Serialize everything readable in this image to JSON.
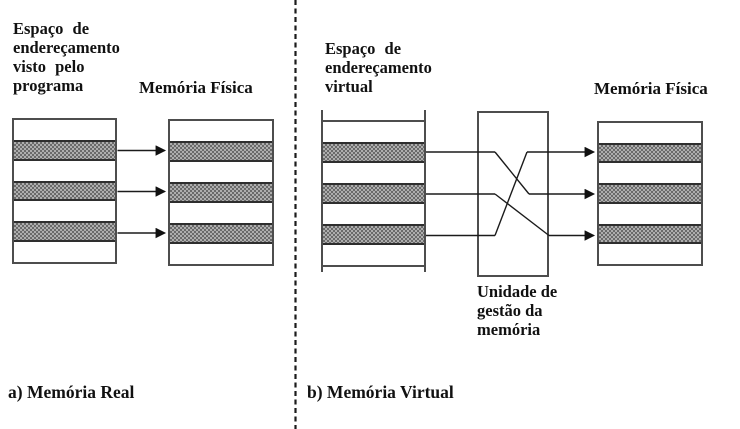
{
  "left": {
    "title_lines": [
      "Espaço de",
      "endereçamento",
      "visto pelo",
      "programa"
    ],
    "memory_label": "Memória Física",
    "caption": "a) Memória Real",
    "source_box_segments": 7,
    "shaded_segments": [
      1,
      3,
      5
    ],
    "page_mappings": [
      [
        0,
        0
      ],
      [
        1,
        1
      ],
      [
        2,
        2
      ]
    ]
  },
  "right": {
    "title_lines": [
      "Espaço de",
      "endereçamento",
      "virtual"
    ],
    "memory_label": "Memória Física",
    "mmu_label_lines": [
      "Unidade de",
      "gestão da",
      "memória"
    ],
    "caption": "b) Memória Virtual",
    "source_box_segments": 7,
    "shaded_segments": [
      1,
      3,
      5
    ],
    "page_mappings": [
      [
        0,
        1
      ],
      [
        1,
        2
      ],
      [
        2,
        0
      ]
    ]
  },
  "colors": {
    "background": "#ffffff",
    "line": "#1b1b1b",
    "box_border": "#4d4d4d",
    "band_fill": "#aeaeae",
    "band_hatch": "#6a6a6a"
  }
}
